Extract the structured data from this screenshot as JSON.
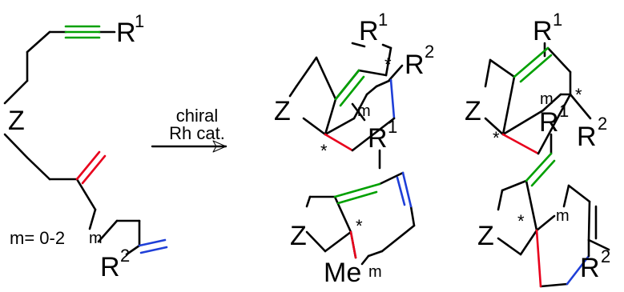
{
  "colors": {
    "bond": "#000000",
    "alkyne": "#00a000",
    "alkene_red": "#e8001c",
    "alkene_blue": "#1f3fd8",
    "background": "#ffffff"
  },
  "reagents": {
    "line1": "chiral",
    "line2": "Rh cat."
  },
  "labels": {
    "Z": "Z",
    "R": "R",
    "one": "1",
    "two": "2",
    "m": "m",
    "star": "*",
    "Me": "Me",
    "m_range": "m= 0-2"
  }
}
